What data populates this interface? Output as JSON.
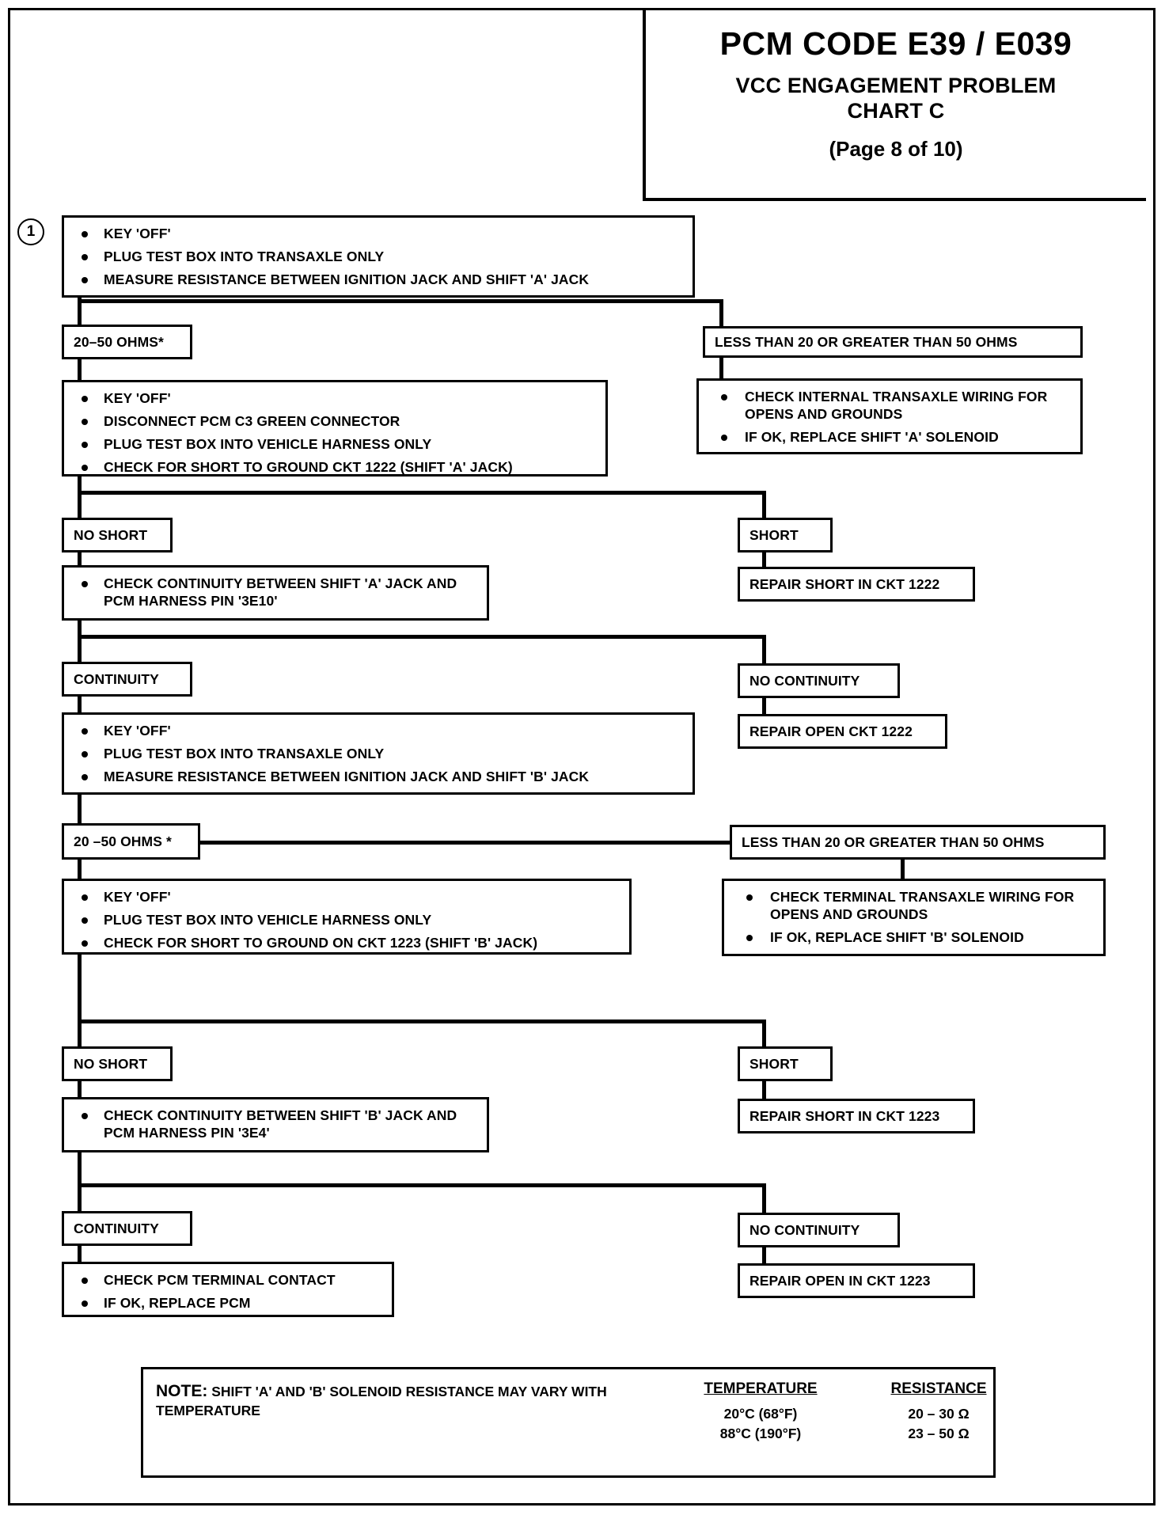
{
  "title": {
    "code": "PCM CODE E39 / E039",
    "problem": "VCC ENGAGEMENT PROBLEM",
    "chart": "CHART C",
    "page": "(Page 8 of 10)"
  },
  "step_marker": "1",
  "nodes": {
    "step1": {
      "bullets": [
        "KEY  'OFF'",
        "PLUG TEST BOX INTO TRANSAXLE ONLY",
        "MEASURE RESISTANCE BETWEEN  IGNITION JACK AND SHIFT 'A' JACK"
      ]
    },
    "ohms_ok_a": "20–50 OHMS*",
    "ohms_bad_a": "LESS THAN 20 OR GREATER THAN 50 OHMS",
    "step2": {
      "bullets": [
        "KEY  'OFF'",
        "DISCONNECT PCM C3 GREEN CONNECTOR",
        "PLUG TEST BOX INTO VEHICLE HARNESS ONLY",
        "CHECK FOR SHORT TO GROUND CKT 1222 (SHIFT 'A' JACK)"
      ]
    },
    "internal_transaxle_a": {
      "bullets": [
        "CHECK INTERNAL TRANSAXLE WIRING FOR OPENS AND GROUNDS",
        "IF OK, REPLACE SHIFT 'A' SOLENOID"
      ]
    },
    "no_short_a": "NO SHORT",
    "short_a": "SHORT",
    "continuity_check_a": {
      "bullets": [
        "CHECK CONTINUITY BETWEEN SHIFT 'A' JACK AND PCM HARNESS PIN '3E10'"
      ]
    },
    "repair_short_a": "REPAIR SHORT IN CKT 1222",
    "continuity_a": "CONTINUITY",
    "no_continuity_a": "NO CONTINUITY",
    "repair_open_a": "REPAIR OPEN CKT 1222",
    "step3": {
      "bullets": [
        "KEY 'OFF'",
        "PLUG TEST BOX INTO TRANSAXLE ONLY",
        "MEASURE RESISTANCE BETWEEN IGNITION JACK AND SHIFT 'B' JACK"
      ]
    },
    "ohms_ok_b": "20 –50 OHMS *",
    "ohms_bad_b": "LESS THAN 20 OR GREATER THAN 50 OHMS",
    "step4": {
      "bullets": [
        "KEY 'OFF'",
        "PLUG TEST BOX INTO VEHICLE HARNESS ONLY",
        "CHECK FOR SHORT TO GROUND ON CKT 1223 (SHIFT 'B' JACK)"
      ]
    },
    "terminal_transaxle_b": {
      "bullets": [
        "CHECK TERMINAL TRANSAXLE WIRING FOR OPENS AND GROUNDS",
        "IF OK, REPLACE SHIFT 'B' SOLENOID"
      ]
    },
    "no_short_b": "NO SHORT",
    "short_b": "SHORT",
    "continuity_check_b": {
      "bullets": [
        "CHECK CONTINUITY BETWEEN SHIFT 'B' JACK AND PCM HARNESS PIN '3E4'"
      ]
    },
    "repair_short_b": "REPAIR SHORT IN CKT 1223",
    "continuity_b": "CONTINUITY",
    "no_continuity_b": "NO CONTINUITY",
    "repair_open_b": "REPAIR OPEN IN CKT 1223",
    "final": {
      "bullets": [
        "CHECK PCM TERMINAL CONTACT",
        "IF OK, REPLACE PCM"
      ]
    }
  },
  "note": {
    "label": "NOTE:",
    "text": "SHIFT 'A' AND 'B' SOLENOID RESISTANCE MAY VARY WITH TEMPERATURE",
    "temperature_header": "TEMPERATURE",
    "resistance_header": "RESISTANCE",
    "rows": [
      {
        "temperature": "20°C (68°F)",
        "resistance": "20 – 30  Ω"
      },
      {
        "temperature": "88°C (190°F)",
        "resistance": "23 – 50  Ω"
      }
    ]
  }
}
